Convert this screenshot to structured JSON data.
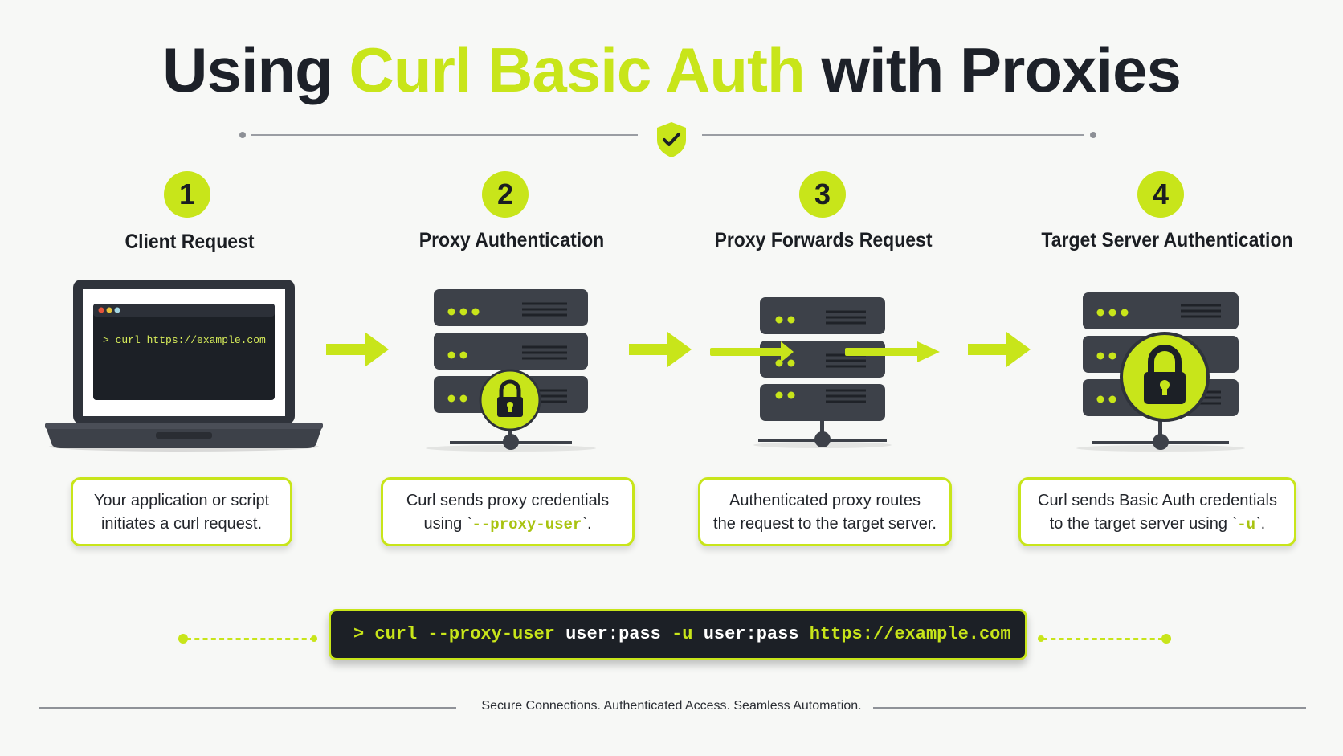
{
  "title": {
    "part1": "Using ",
    "part2": "Curl Basic Auth",
    "part3": " with Proxies"
  },
  "steps": [
    {
      "number": "1",
      "title": "Client Request",
      "desc_line1": "Your application or script",
      "desc_line2": "initiates a curl request."
    },
    {
      "number": "2",
      "title": "Proxy Authentication",
      "desc_line1": "Curl sends proxy credentials",
      "desc_line2_pre": "using `",
      "desc_line2_code": "--proxy-user",
      "desc_line2_post": "`."
    },
    {
      "number": "3",
      "title": "Proxy Forwards Request",
      "desc_line1": "Authenticated proxy routes",
      "desc_line2": "the request to the target server."
    },
    {
      "number": "4",
      "title": "Target Server Authentication",
      "desc_line1": "Curl sends Basic Auth credentials",
      "desc_line2_pre": "to the target server using `",
      "desc_line2_code": "-u",
      "desc_line2_post": "`."
    }
  ],
  "laptop_terminal": "> curl https://example.com",
  "command": {
    "prompt": ">",
    "curl": "curl",
    "flag1": "--proxy-user",
    "cred1": "user:pass",
    "flag2": "-u",
    "cred2": "user:pass",
    "url": "https://example.com"
  },
  "footer": "Secure Connections. Authenticated Access. Seamless Automation.",
  "colors": {
    "accent": "#c8e51a",
    "dark": "#1c2026",
    "server": "#3d4149"
  },
  "icons": [
    "shield-check-icon",
    "laptop-icon",
    "server-icon",
    "lock-icon",
    "arrow-right-icon"
  ]
}
